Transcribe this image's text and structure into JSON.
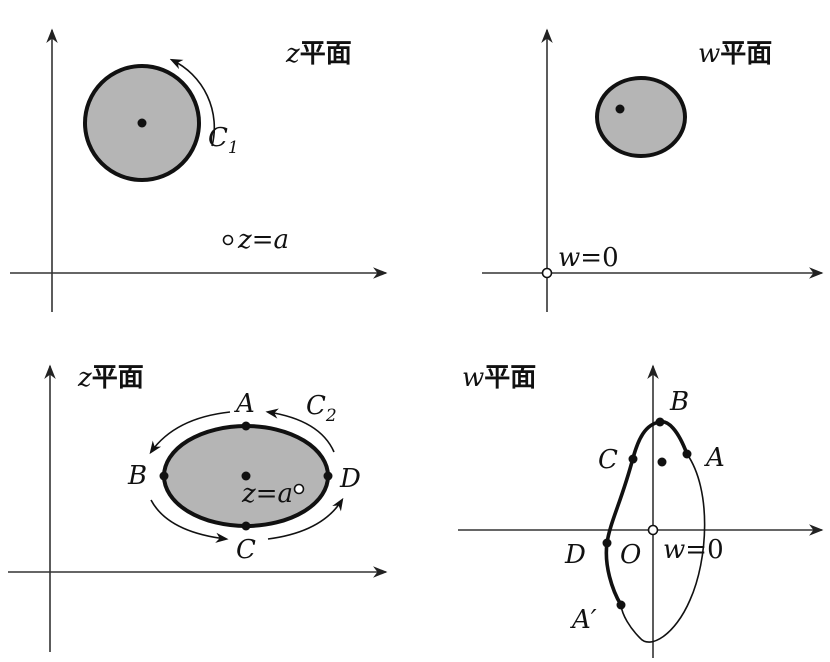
{
  "panels": {
    "top_left": {
      "plane_label_var": "z",
      "plane_label_text": "平面",
      "contour_label": "C",
      "contour_sub": "1",
      "point_label": "z",
      "point_eq": "=",
      "point_value": "a"
    },
    "top_right": {
      "plane_label_var": "w",
      "plane_label_text": "平面",
      "origin_label": "w",
      "origin_eq": "=",
      "origin_value": "0"
    },
    "bottom_left": {
      "plane_label_var": "z",
      "plane_label_text": "平面",
      "contour_label": "C",
      "contour_sub": "2",
      "points": [
        "A",
        "B",
        "C",
        "D"
      ],
      "point_label": "z",
      "point_eq": "=",
      "point_value": "a"
    },
    "bottom_right": {
      "plane_label_var": "w",
      "plane_label_text": "平面",
      "points": [
        "A",
        "B",
        "C",
        "D",
        "A′"
      ],
      "origin_letter": "O",
      "origin_label": "w",
      "origin_eq": "=",
      "origin_value": "0"
    }
  },
  "colors": {
    "region_fill": "#b5b5b5",
    "ink": "#111111"
  }
}
